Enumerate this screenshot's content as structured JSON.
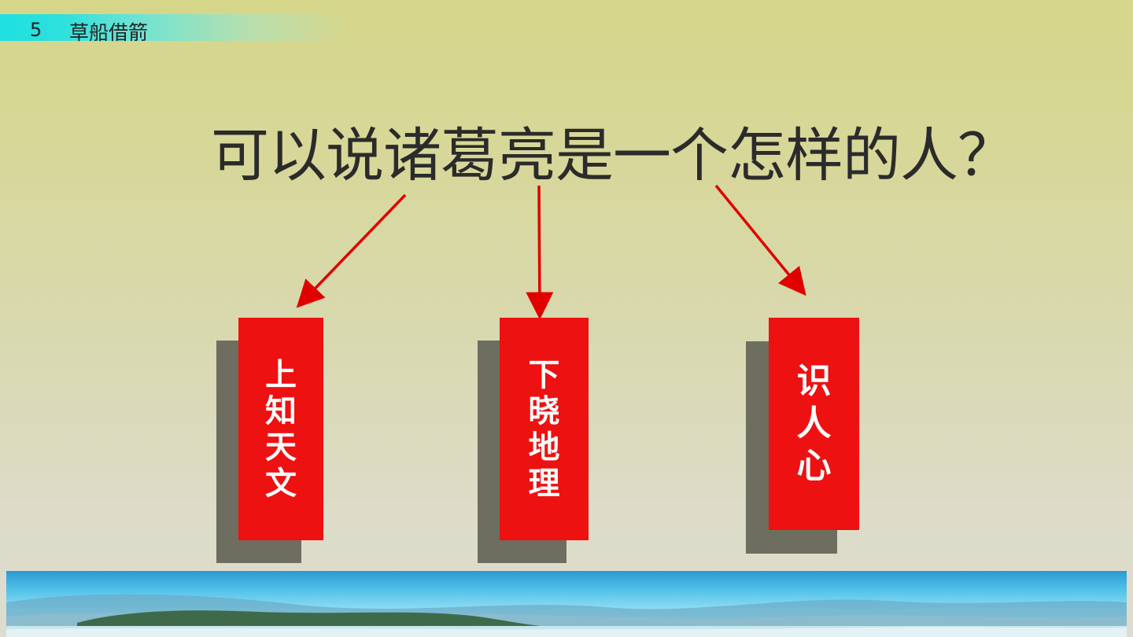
{
  "header": {
    "lesson_number": "5",
    "lesson_title": "草船借箭"
  },
  "question": "可以说诸葛亮是一个怎样的人？",
  "cards": [
    {
      "chars": [
        "上",
        "知",
        "天",
        "文"
      ]
    },
    {
      "chars": [
        "下",
        "晓",
        "地",
        "理"
      ]
    },
    {
      "chars": [
        "识",
        "人",
        "心"
      ]
    }
  ],
  "colors": {
    "card": "#ee1111",
    "card_shadow": "#6e6e60",
    "arrow": "#e00000",
    "header_accent": "#1fe0e0"
  }
}
